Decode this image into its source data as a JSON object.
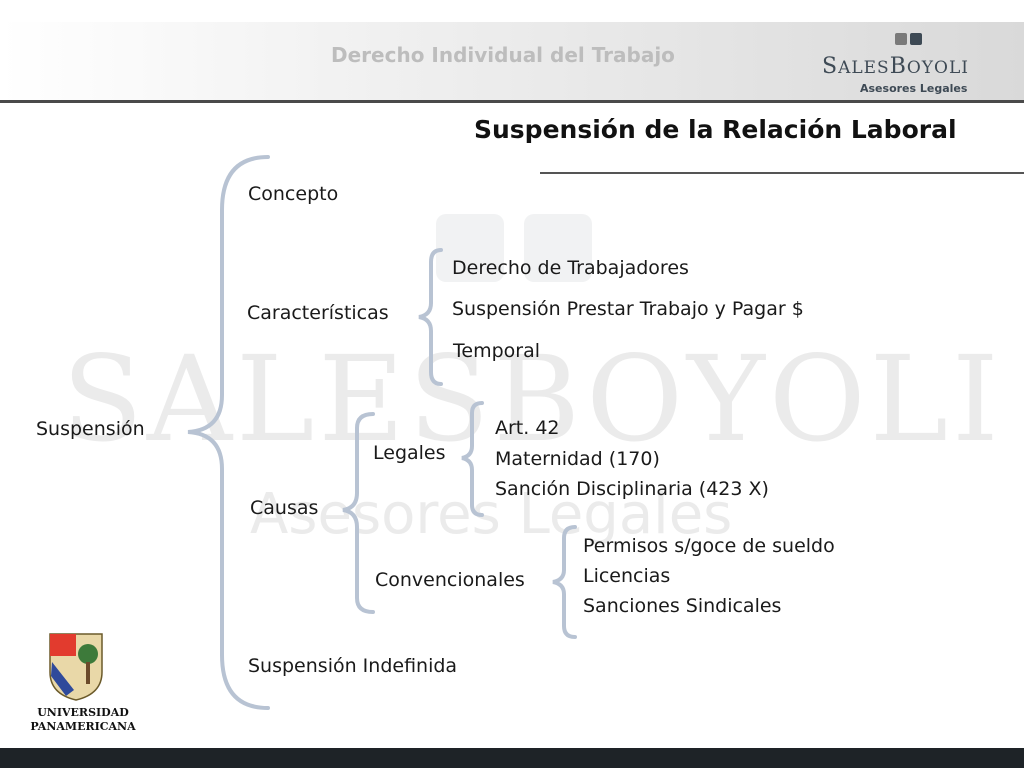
{
  "header": {
    "title": "Derecho Individual del Trabajo",
    "brand_big_1": "S",
    "brand_small_1": "ALES",
    "brand_big_2": "B",
    "brand_small_2": "OYOLI",
    "brand_sub": "Asesores Legales"
  },
  "slide": {
    "title": "Suspensión de la Relación Laboral"
  },
  "watermark": {
    "line1": "SALESBOYOLI",
    "line2": "Asesores Legales"
  },
  "diagram": {
    "root": "Suspensión",
    "concepto": "Concepto",
    "caracteristicas": "Características",
    "car_items": [
      "Derecho de Trabajadores",
      "Suspensión Prestar Trabajo y Pagar $",
      "Temporal"
    ],
    "causas": "Causas",
    "legales": "Legales",
    "legales_items": [
      "Art. 42",
      "Maternidad (170)",
      "Sanción Disciplinaria (423 X)"
    ],
    "convencionales": "Convencionales",
    "conv_items": [
      "Permisos s/goce de sueldo",
      "Licencias",
      "Sanciones Sindicales"
    ],
    "indefinida": "Suspensión Indefinida"
  },
  "logo": {
    "line1": "UNIVERSIDAD",
    "line2": "PANAMERICANA"
  },
  "colors": {
    "brace": "#b8c3d3",
    "brand": "#3e4a55",
    "footer": "#1e2327"
  }
}
